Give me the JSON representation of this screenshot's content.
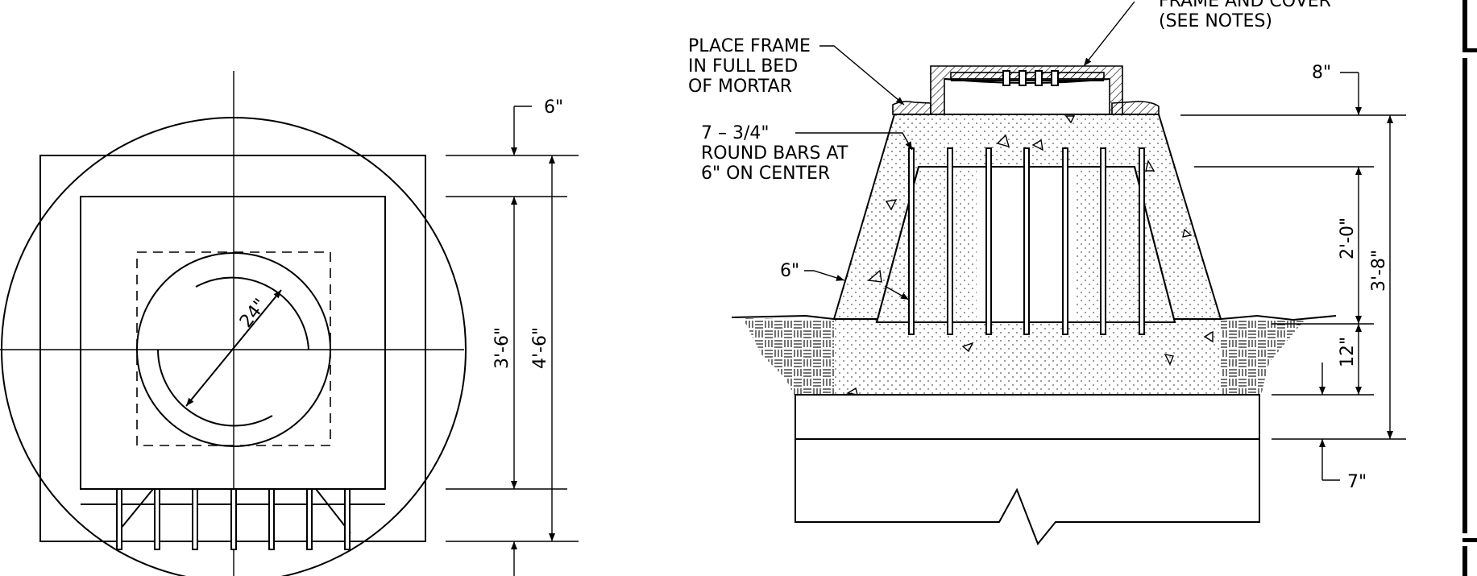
{
  "plan_view": {
    "dimensions": {
      "top_offset": "6\"",
      "inner_height": "3'-6\"",
      "outer_height": "4'-6\"",
      "opening_diameter": "24\""
    }
  },
  "section_view": {
    "notes": {
      "frame_cover_line1": "FRAME AND COVER",
      "frame_cover_line2": "(SEE NOTES)",
      "mortar_line1": "PLACE FRAME",
      "mortar_line2": "IN FULL BED",
      "mortar_line3": "OF MORTAR",
      "bars_line1": "7 – 3/4\"",
      "bars_line2": "ROUND BARS AT",
      "bars_line3": "6\" ON CENTER",
      "wall": "6\""
    },
    "dimensions": {
      "top": "8\"",
      "upper": "2'-0\"",
      "total": "3'-8\"",
      "lower": "12\"",
      "base": "7\""
    }
  }
}
